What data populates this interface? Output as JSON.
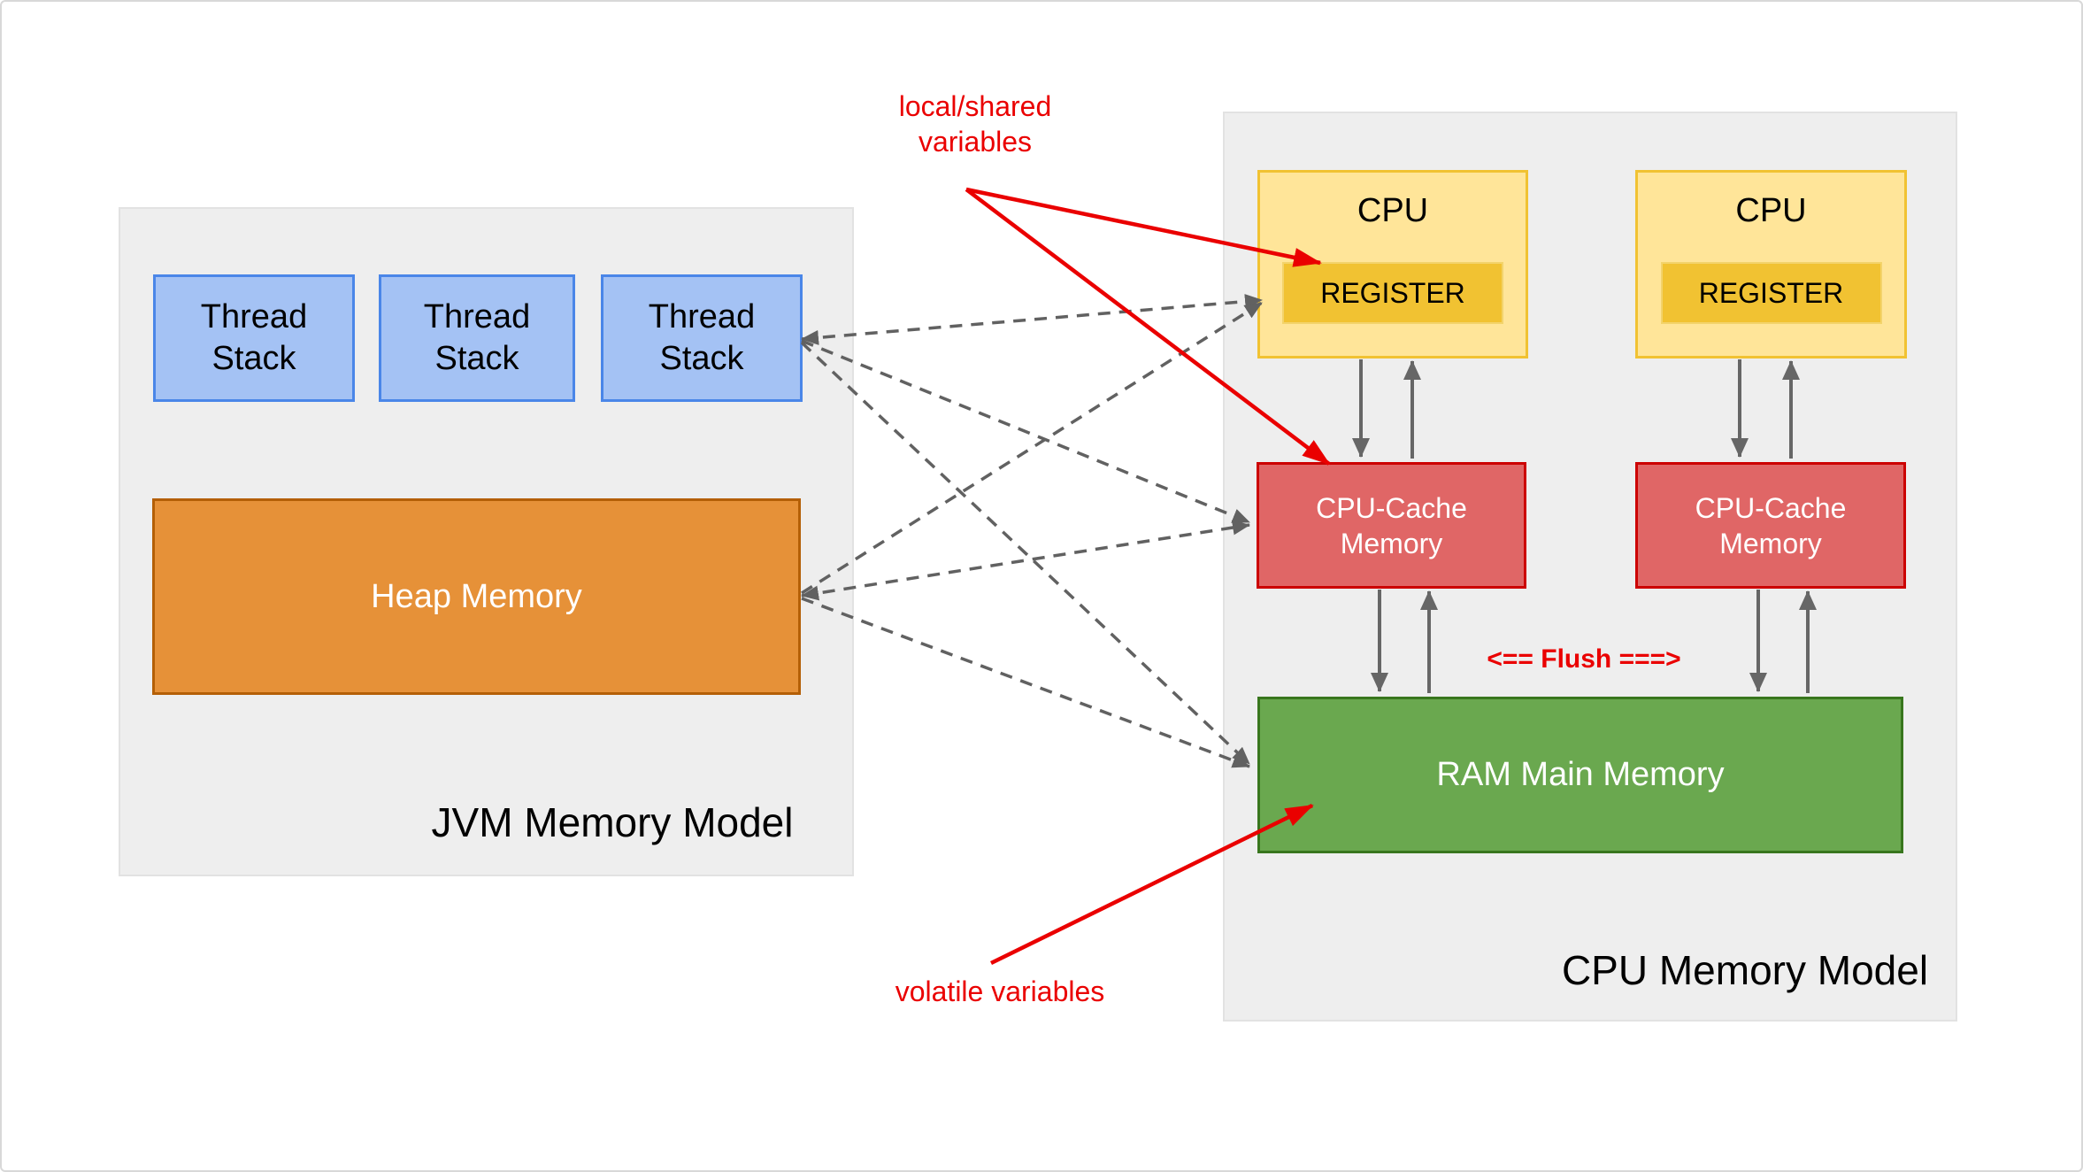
{
  "canvas": {
    "background": "#ffffff",
    "border_color": "#d8d8d8"
  },
  "jvm_panel": {
    "title": "JVM Memory Model",
    "background": "#eeeeee",
    "thread_stacks": [
      {
        "label": "Thread Stack"
      },
      {
        "label": "Thread Stack"
      },
      {
        "label": "Thread Stack"
      }
    ],
    "thread_stack_colors": {
      "fill": "#a4c2f4",
      "border": "#4a86e8"
    },
    "heap": {
      "label": "Heap Memory",
      "fill": "#e69138",
      "border": "#b45f06"
    }
  },
  "cpu_panel": {
    "title": "CPU Memory Model",
    "background": "#eeeeee",
    "cpus": [
      {
        "label": "CPU",
        "register_label": "REGISTER"
      },
      {
        "label": "CPU",
        "register_label": "REGISTER"
      }
    ],
    "cpu_colors": {
      "fill": "#ffe599",
      "border": "#f1c232",
      "register_fill": "#f1c232"
    },
    "caches": [
      {
        "label": "CPU-Cache Memory"
      },
      {
        "label": "CPU-Cache Memory"
      }
    ],
    "cache_colors": {
      "fill": "#e06666",
      "border": "#cc0000"
    },
    "ram": {
      "label": "RAM Main Memory",
      "fill": "#6aa84f",
      "border": "#38761d"
    }
  },
  "annotations": {
    "local_shared": "local/shared variables",
    "volatile_vars": "volatile variables",
    "flush": "<== Flush ===>",
    "color": "#ea0000"
  },
  "arrows": {
    "solid_color": "#666666",
    "dashed_color": "#616161",
    "red_color": "#ea0000"
  }
}
